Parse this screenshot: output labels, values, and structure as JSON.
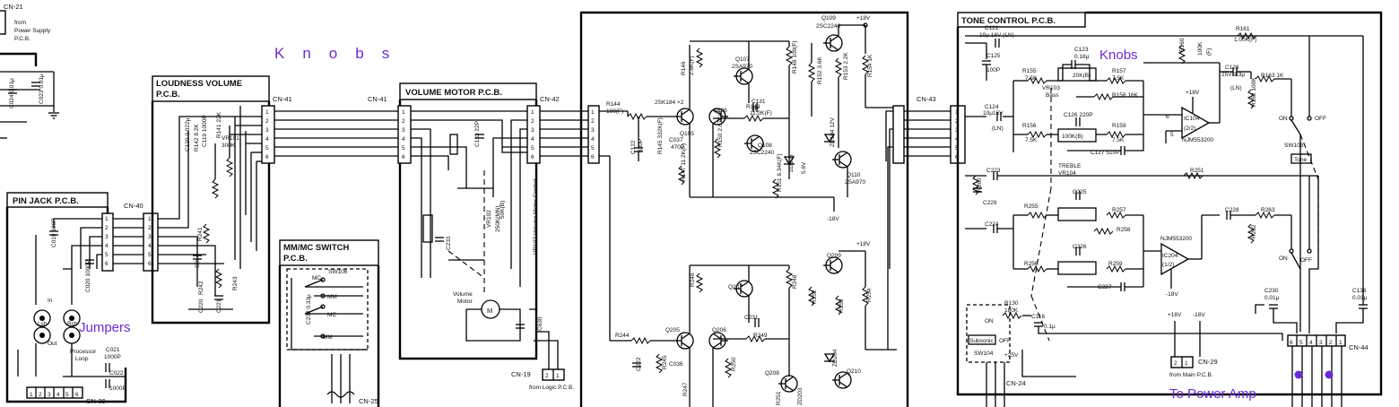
{
  "boards": [
    {
      "id": "pin-jack",
      "title": "PIN JACK P.C.B."
    },
    {
      "id": "loudness",
      "title": "LOUDNESS VOLUME",
      "title2": "P.C.B."
    },
    {
      "id": "mmmc",
      "title": "MM/MC SWITCH",
      "title2": "P.C.B."
    },
    {
      "id": "volmotor",
      "title": "VOLUME MOTOR P.C.B."
    },
    {
      "id": "tone",
      "title": "TONE CONTROL P.C.B."
    }
  ],
  "connectors": {
    "cn21": "CN-21",
    "cn21_from": "from",
    "cn21_from2": "Power Supply",
    "cn21_from3": "P.C.B.",
    "cn40": "CN-40",
    "cn41a": "CN-41",
    "cn41b": "CN-41",
    "cn42": "CN-42",
    "cn43": "CN-43",
    "cn44": "CN-44",
    "cn39": "CN-39",
    "cn25": "CN-25",
    "cn19": "CN-19",
    "cn19_from": "from Logic P.C.B.",
    "cn24": "CN-24",
    "cn29": "CN-29",
    "cn29_from": "from Main P.C.B."
  },
  "pins": [
    "1",
    "2",
    "3",
    "4",
    "5",
    "6"
  ],
  "components": {
    "c024": "C024 0.01μ",
    "c023": "C023 0.01μ",
    "c019": "C019 100P",
    "c020": "C020 1000P",
    "lch": "Lch",
    "rch": "Rch",
    "in": "In",
    "out": "Out",
    "proc": "Processor",
    "loop": "Loop",
    "c021": "C021",
    "c021v": "1000P",
    "c022": "C022",
    "c022v": "1000P",
    "r241": "R241",
    "c214": "C214",
    "r242": "R242",
    "c220": "C220",
    "c221": "C221",
    "r243": "R243",
    "c120": "C120 0.022μ",
    "r142": "R142 8.2K",
    "c119": "C119 1000P",
    "r141": "R141 22K",
    "vr101": "VR101",
    "vr101v": "300K",
    "sw106": "SW106",
    "mc": "MC",
    "mm": "MM",
    "c232": "C232 0.33μ",
    "c233": "C233",
    "vr102": "VR102",
    "vr102v": "250K(MN)",
    "vr102b": "50K(B)",
    "vr102c": "VR102 Volume Motor Control",
    "c133": "C133 22P",
    "motor": "Volume",
    "motor2": "Motor",
    "m": "M",
    "c630": "C630",
    "r144": "R144",
    "r144v": "100(F)",
    "c122": "C122",
    "c122v": "330P",
    "r145": "R145 332K(F)",
    "c037": "C037",
    "c037v": "470P",
    "q105": "2SK184 ×2",
    "q105l": "Q105",
    "q106": "Q106",
    "r146": "R146",
    "r146v": "2.8K(F)",
    "r147": "R147 11.2K(F)",
    "q107": "Q107",
    "q107v": "2SA970",
    "c131": "C131",
    "c131v": "5P",
    "r149": "R149",
    "r149v": "11.0K(F)",
    "r148": "R148 100(F)",
    "q109": "Q109",
    "q109v": "2SC2240",
    "p18": "+18V",
    "n18": "-18V",
    "r152": "R152 3.6K",
    "r153": "R153 2.2K",
    "r154": "R154 1K",
    "r150": "R150 2.67K(F)",
    "q108": "Q108",
    "q108v": "2SC2240",
    "zd103": "ZD103",
    "r151": "R151 6.34K(F)",
    "zd104": "ZD104 12V",
    "q110": "Q110",
    "q110v": "2SA970",
    "v56": "5.6V",
    "r244": "R244",
    "c222": "C222",
    "r245": "R245",
    "q205": "Q205",
    "c036": "C036",
    "r246": "R246",
    "q206": "Q206",
    "q207": "Q207",
    "r248": "R248",
    "c231": "C231",
    "r249": "R249",
    "r250": "R250",
    "q208": "Q208",
    "r247": "R247",
    "r251": "R251",
    "zd203": "ZD203",
    "r252": "R252",
    "r253": "R253",
    "r254": "R254",
    "q209": "Q209",
    "zd204": "ZD204",
    "q210": "Q210",
    "c121": "C121",
    "c121v": "10μ 16V (LN)",
    "c125": "C125",
    "c125v": "100P",
    "c124": "C124",
    "c124v": "10μ16V",
    "ln": "(LN)",
    "r155": "R155",
    "r155v": "7.5K",
    "c123": "C123",
    "c123v": "0.18μ",
    "vr103": "VR103",
    "bass": "Bass",
    "vr103v": "20K(B)",
    "r157": "R157",
    "r157v": "7.5K",
    "r158": "R158 16K",
    "r156": "R156",
    "r156v": "7.5K",
    "c126": "C126 220P",
    "vr104": "100K(B)",
    "r159": "R159",
    "r159v": "7.5K",
    "c127": "C127 510P",
    "treble": "TREBLE",
    "vr104l": "VR104",
    "ic104": "IC104",
    "ic104v": "(2/2)",
    "njm": "NJM553200",
    "r160": "R160",
    "r160v": "100K",
    "r160f": "(F)",
    "r161": "R161",
    "r161v": "1.00K(F)",
    "c128": "C128",
    "c128v": "25V 3.3μ",
    "c128l": "(LN)",
    "r163": "R163 1K",
    "r162": "R162 100K",
    "on": "ON",
    "off": "OFF",
    "sw103": "SW103",
    "tone": "Tone",
    "c223": "C223",
    "r251b": "R251",
    "c229": "C229",
    "r260": "R260",
    "c225": "C225",
    "r255": "R255",
    "r257": "R257",
    "c228": "C228",
    "r263": "R263",
    "r262": "R262",
    "c224": "C224",
    "r258": "R258",
    "njm2": "NJM553200",
    "c226": "C226",
    "r256": "R256",
    "r259": "R259",
    "ic204": "IC204",
    "ic204v": "(1/2)",
    "c227": "C227",
    "r130": "R130",
    "r130v": "180K",
    "c116": "C116",
    "c116v": "0.1μ",
    "sw104": "SW104",
    "subsonic": "Subsonic",
    "v25": "+25V",
    "c230": "C230",
    "c230v": "0.01μ",
    "c136": "C136",
    "c136v": "0.01μ"
  },
  "annotations": {
    "knobs1": "Knobs",
    "knobs2": "Knobs",
    "jumpers": "Jumpers",
    "to_power_amp": "To Power Amp"
  },
  "colors": {
    "annotation": "#6a2bd6",
    "line": "#000000"
  }
}
